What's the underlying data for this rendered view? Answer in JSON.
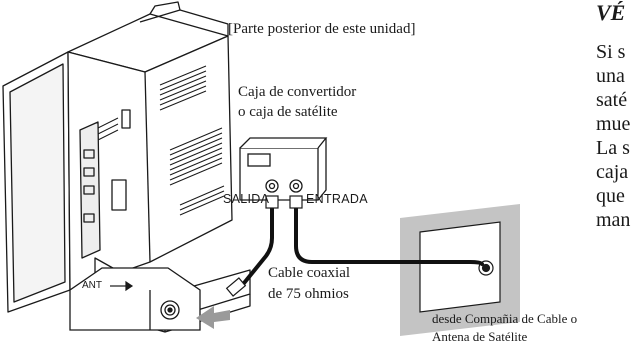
{
  "labels": {
    "rear": "[Parte posterior de este unidad]",
    "box_line1": "Caja de convertidor",
    "box_line2": "o caja de satélite",
    "out": "SALIDA",
    "in": "ENTRADA",
    "cable_line1": "Cable coaxial",
    "cable_line2": "de 75 ohmios",
    "source_line1": "desde Compañia de Cable o",
    "source_line2": "Antena de Satélite",
    "ant": "ANT"
  },
  "side_text": {
    "title": "VÉ",
    "lines": [
      "Si s",
      "una",
      "saté",
      "mue",
      "La s",
      "caja",
      "que",
      "man"
    ]
  },
  "colors": {
    "ink": "#1a1a1a",
    "wall": "#bdbdbd",
    "arrow": "#9a9a9a",
    "cable": "#111111"
  }
}
